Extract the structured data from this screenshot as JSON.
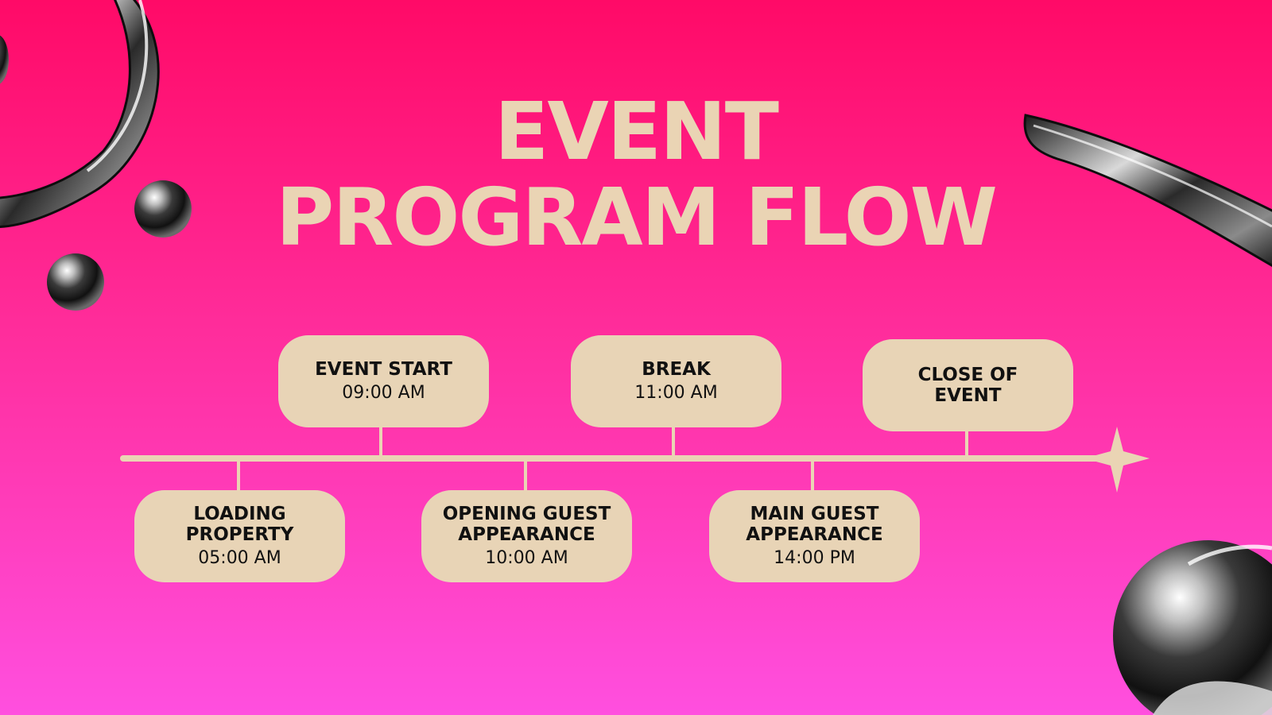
{
  "title": {
    "line1": "EVENT",
    "line2": "PROGRAM FLOW"
  },
  "events": [
    {
      "label": "LOADING\nPROPERTY",
      "time": "05:00 AM"
    },
    {
      "label": "EVENT START",
      "time": "09:00 AM"
    },
    {
      "label": "OPENING GUEST\nAPPEARANCE",
      "time": "10:00 AM"
    },
    {
      "label": "BREAK",
      "time": "11:00 AM"
    },
    {
      "label": "MAIN GUEST\nAPPEARANCE",
      "time": "14:00 PM"
    },
    {
      "label": "CLOSE OF\nEVENT",
      "time": ""
    }
  ],
  "colors": {
    "background_top": "#ff0a67",
    "background_bottom": "#ff4fdf",
    "accent": "#ead4b4",
    "text": "#111111"
  }
}
